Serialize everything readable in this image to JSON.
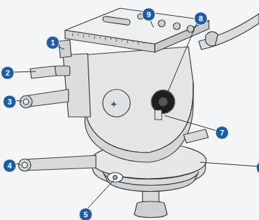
{
  "diagram": {
    "labels": [
      "1",
      "2",
      "3",
      "4",
      "5",
      "7",
      "8",
      "9"
    ]
  }
}
